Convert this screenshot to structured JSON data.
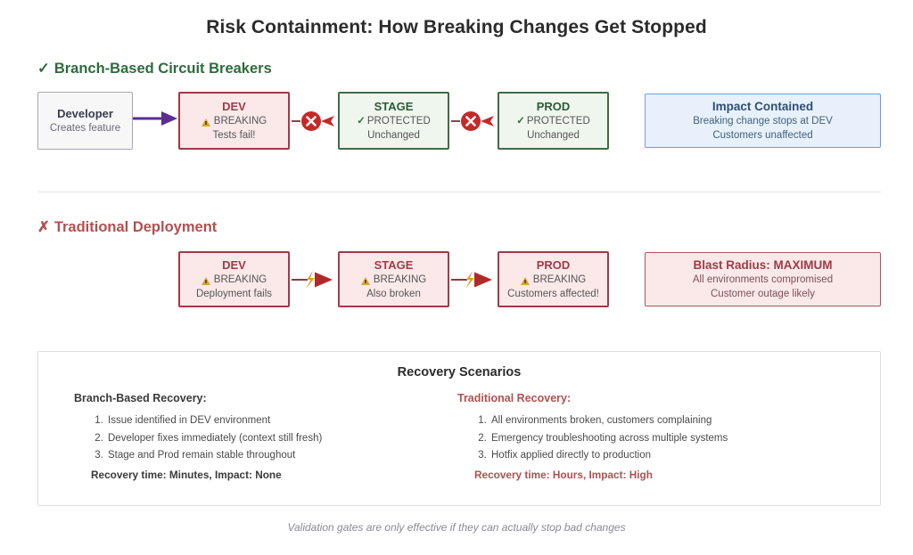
{
  "title": "Risk Containment: How Breaking Changes Get Stopped",
  "sections": {
    "branch": {
      "mark": "✓",
      "label": "Branch-Based Circuit Breakers",
      "color": "#2e6b3e"
    },
    "traditional": {
      "mark": "✗",
      "label": "Traditional Deployment",
      "color": "#b05050"
    }
  },
  "branch_flow": {
    "developer": {
      "title": "Developer",
      "line1": "Creates feature"
    },
    "dev": {
      "title": "DEV",
      "status": "BREAKING",
      "status_icon": "warning-triangle-icon",
      "line2": "Tests fail!"
    },
    "stage": {
      "title": "STAGE",
      "status_mark": "✓",
      "status": "PROTECTED",
      "line2": "Unchanged"
    },
    "prod": {
      "title": "PROD",
      "status_mark": "✓",
      "status": "PROTECTED",
      "line2": "Unchanged"
    },
    "outcome": {
      "title": "Impact Contained",
      "line1": "Breaking change stops at DEV",
      "line2": "Customers unaffected"
    },
    "blocker_icon": "blocked-x-circle-icon",
    "arrow_icon": "arrow-right-icon"
  },
  "traditional_flow": {
    "dev": {
      "title": "DEV",
      "status": "BREAKING",
      "status_icon": "warning-triangle-icon",
      "line2": "Deployment fails"
    },
    "stage": {
      "title": "STAGE",
      "status": "BREAKING",
      "status_icon": "warning-triangle-icon",
      "line2": "Also broken"
    },
    "prod": {
      "title": "PROD",
      "status": "BREAKING",
      "status_icon": "warning-triangle-icon",
      "line2": "Customers affected!"
    },
    "outcome": {
      "title": "Blast Radius: MAXIMUM",
      "line1": "All environments compromised",
      "line2": "Customer outage likely"
    },
    "propagate_icon": "lightning-bolt-icon",
    "arrow_icon": "arrow-right-icon"
  },
  "recovery": {
    "title": "Recovery Scenarios",
    "branch": {
      "heading": "Branch-Based Recovery:",
      "steps": [
        "Issue identified in DEV environment",
        "Developer fixes immediately (context still fresh)",
        "Stage and Prod remain stable throughout"
      ],
      "summary": "Recovery time: Minutes, Impact: None"
    },
    "traditional": {
      "heading": "Traditional Recovery:",
      "steps": [
        "All environments broken, customers complaining",
        "Emergency troubleshooting across multiple systems",
        "Hotfix applied directly to production"
      ],
      "summary": "Recovery time: Hours, Impact: High"
    }
  },
  "footer": "Validation gates are only effective if they can actually stop bad changes",
  "colors": {
    "danger_border": "#9e3b47",
    "danger_fill": "#fbe9ea",
    "safe_border": "#3f6b46",
    "safe_fill": "#eef6ee",
    "info_border": "#6d9fd4",
    "info_fill": "#e8f1fb",
    "neutral_border": "#a8a8b4",
    "purple_arrow": "#5b2d91",
    "blocker_red": "#c62828",
    "bolt_gold": "#e0a225"
  }
}
